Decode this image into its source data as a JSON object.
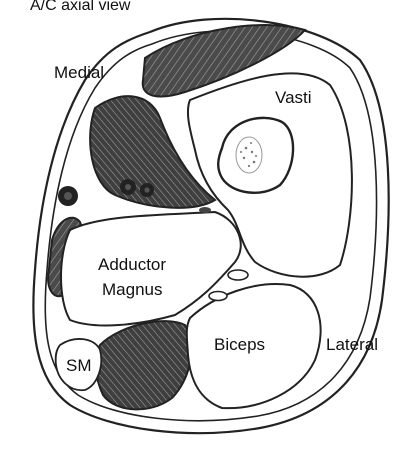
{
  "diagram": {
    "title_partial": "A/C axial view",
    "labels": {
      "medial": "Medial",
      "vasti": "Vasti",
      "adductor_line1": "Adductor",
      "adductor_line2": "Magnus",
      "sm": "SM",
      "biceps": "Biceps",
      "lateral": "Lateral"
    },
    "colors": {
      "background": "#ffffff",
      "outline": "#222222",
      "muscle_fill": "#4a4a4a",
      "muscle_stripe": "#9a9a9a",
      "bone_fill": "#ffffff",
      "marrow": "#777777"
    }
  }
}
